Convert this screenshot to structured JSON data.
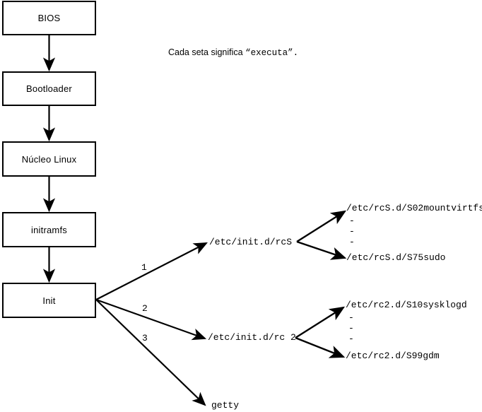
{
  "diagram": {
    "note": "Cada seta significa “executa”.",
    "note_prefix": "Cada seta significa ",
    "note_quoted": "“executa”.",
    "boot_chain": [
      {
        "label": "BIOS"
      },
      {
        "label": "Bootloader"
      },
      {
        "label": "Núcleo Linux"
      },
      {
        "label": "initramfs"
      },
      {
        "label": "Init"
      }
    ],
    "init_branches": [
      {
        "number": "1",
        "target": "/etc/init.d/rcS"
      },
      {
        "number": "2",
        "target": "/etc/init.d/rc 2"
      },
      {
        "number": "3",
        "target": "getty"
      }
    ],
    "rcs_scripts": {
      "first": "/etc/rcS.d/S02mountvirtfs",
      "ellipsis": [
        "-",
        "-",
        "-"
      ],
      "last": "/etc/rcS.d/S75sudo"
    },
    "rc2_scripts": {
      "first": "/etc/rc2.d/S10sysklogd",
      "ellipsis": [
        "-",
        "-",
        "-"
      ],
      "last": "/etc/rc2.d/S99gdm"
    },
    "colors": {
      "stroke": "#000000",
      "background": "#ffffff",
      "text": "#000000"
    }
  }
}
